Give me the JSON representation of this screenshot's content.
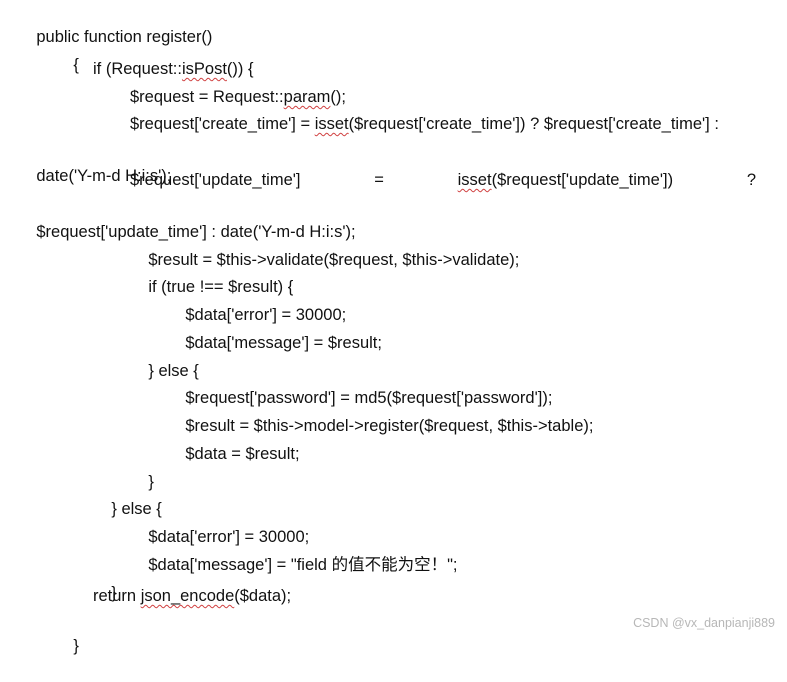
{
  "code": {
    "l1": "public function register()",
    "l2": "{",
    "l3a": "if (Request::",
    "l3b": "isPost",
    "l3c": "()) {",
    "l4a": "$request = Request::",
    "l4b": "param",
    "l4c": "();",
    "l5a": "$request['create_time'] = ",
    "l5b": "isset",
    "l5c": "($request['create_time']) ? $request['create_time'] :",
    "l6": "date('Y-m-d H:i:s');",
    "l7a": "$request['update_time']",
    "l7b": "=",
    "l7c1": "isset",
    "l7c2": "($request['update_time'])",
    "l7d": "?",
    "l8": "$request['update_time'] : date('Y-m-d H:i:s');",
    "l9": "$result = $this->validate($request, $this->validate);",
    "l10": "if (true !== $result) {",
    "l11": "$data['error'] = 30000;",
    "l12": "$data['message'] = $result;",
    "l13": "} else {",
    "l14": "$request['password'] = md5($request['password']);",
    "l15": "$result = $this->model->register($request, $this->table);",
    "l16": "$data = $result;",
    "l17": "}",
    "l18": "} else {",
    "l19": "$data['error'] = 30000;",
    "l20": "$data['message'] = \"field 的值不能为空！\";",
    "l21": "}",
    "l22a": "return ",
    "l22b": "json_encode",
    "l22c": "($data);",
    "l23": "}"
  },
  "watermark": "CSDN @vx_danpianji889"
}
